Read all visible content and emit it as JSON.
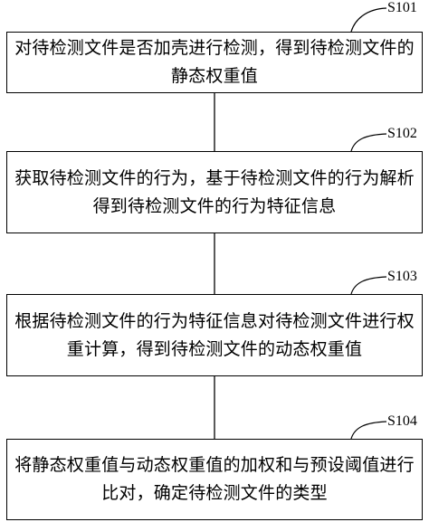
{
  "steps": [
    {
      "label": "S101",
      "text": "对待检测文件是否加壳进行检测，得到待检测文件的静态权重值"
    },
    {
      "label": "S102",
      "text": "获取待检测文件的行为，基于待检测文件的行为解析得到待检测文件的行为特征信息"
    },
    {
      "label": "S103",
      "text": "根据待检测文件的行为特征信息对待检测文件进行权重计算，得到待检测文件的动态权重值"
    },
    {
      "label": "S104",
      "text": "将静态权重值与动态权重值的加权和与预设阈值进行比对，确定待检测文件的类型"
    }
  ]
}
